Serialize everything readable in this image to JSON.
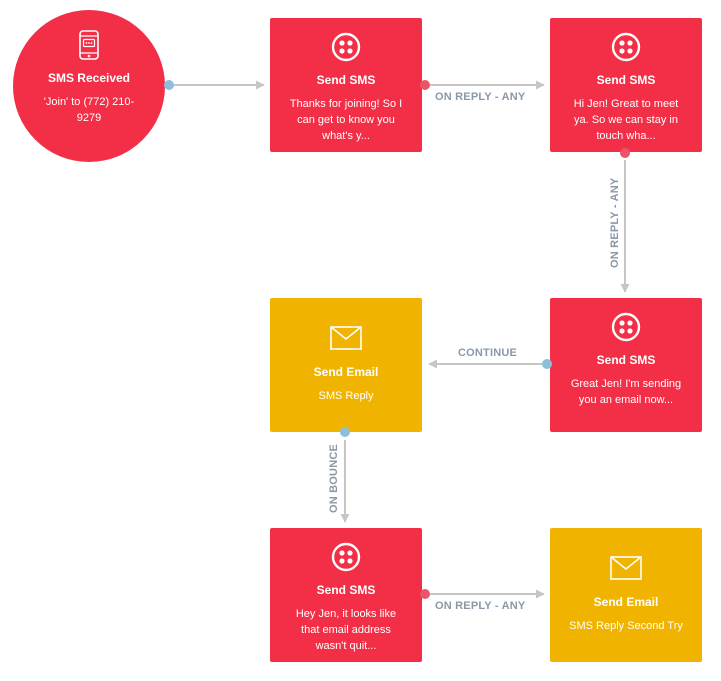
{
  "colors": {
    "sms_node": "#f22f46",
    "email_node": "#f0b400",
    "connector": "#c6c6c6",
    "edge_label": "#8a98a8",
    "port_success": "#8dbfdb",
    "port_reply": "#ed5466"
  },
  "nodes": [
    {
      "id": "trigger",
      "type": "sms-received",
      "icon": "phone-icon",
      "title": "SMS Received",
      "body": "'Join' to (772) 210-9279"
    },
    {
      "id": "sms1",
      "type": "send-sms",
      "icon": "twilio-icon",
      "title": "Send SMS",
      "body": "Thanks for joining! So I can get to know you what's y..."
    },
    {
      "id": "sms2",
      "type": "send-sms",
      "icon": "twilio-icon",
      "title": "Send SMS",
      "body": "Hi Jen! Great to meet ya. So we can stay in touch wha..."
    },
    {
      "id": "sms3",
      "type": "send-sms",
      "icon": "twilio-icon",
      "title": "Send SMS",
      "body": "Great Jen! I'm sending you an email now..."
    },
    {
      "id": "email1",
      "type": "send-email",
      "icon": "envelope-icon",
      "title": "Send Email",
      "body": "SMS Reply"
    },
    {
      "id": "sms4",
      "type": "send-sms",
      "icon": "twilio-icon",
      "title": "Send SMS",
      "body": "Hey Jen, it looks like that email address wasn't quit..."
    },
    {
      "id": "email2",
      "type": "send-email",
      "icon": "envelope-icon",
      "title": "Send Email",
      "body": "SMS Reply Second Try"
    }
  ],
  "edges": [
    {
      "from": "trigger",
      "to": "sms1",
      "label": ""
    },
    {
      "from": "sms1",
      "to": "sms2",
      "label": "ON REPLY - ANY"
    },
    {
      "from": "sms2",
      "to": "sms3",
      "label": "ON REPLY - ANY"
    },
    {
      "from": "sms3",
      "to": "email1",
      "label": "CONTINUE"
    },
    {
      "from": "email1",
      "to": "sms4",
      "label": "ON BOUNCE"
    },
    {
      "from": "sms4",
      "to": "email2",
      "label": "ON REPLY - ANY"
    }
  ]
}
